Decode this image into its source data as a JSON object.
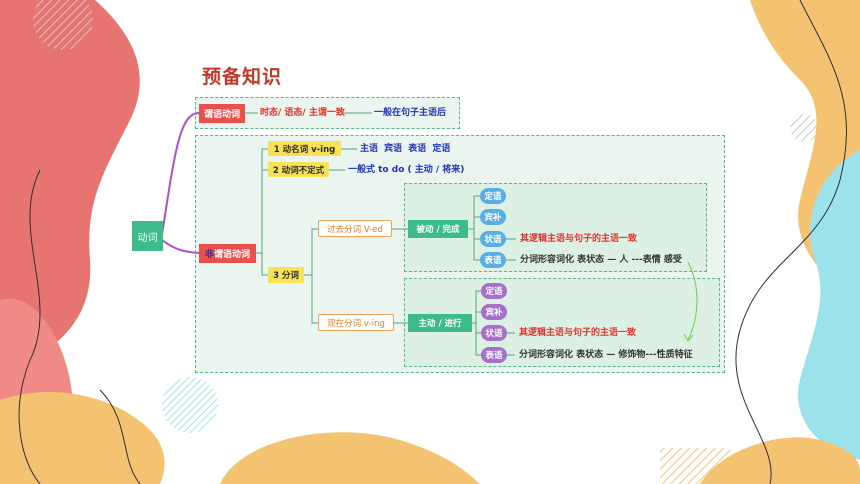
{
  "title": "预备知识",
  "root": {
    "label": "动词"
  },
  "finite": {
    "label": "谓语动词",
    "desc1": "时态/ 语态/ 主谓一致",
    "desc2": "一般在句子主语后"
  },
  "nonfinite": {
    "label_prefix": "非",
    "label_rest": "谓语动词",
    "gerund": {
      "label": "1 动名词 v-ing",
      "roles": "主语 宾语 表语 定语"
    },
    "infinitive": {
      "label": "2 动词不定式",
      "roles": "一般式 to do ( 主动 / 将来)"
    },
    "participle": {
      "label": "3 分词",
      "past": {
        "label": "过去分词 V-ed",
        "sense": "被动 / 完成",
        "functions": [
          "定语",
          "宾补",
          "状语",
          "表语"
        ],
        "adverbial_note": "其逻辑主语与句子的主语一致",
        "predicative_note": "分词形容词化 表状态 — 人 ---表情 感受"
      },
      "present": {
        "label": "现在分词 v-ing",
        "sense": "主动 / 进行",
        "functions": [
          "定语",
          "宾补",
          "状语",
          "表语"
        ],
        "adverbial_note": "其逻辑主语与句子的主语一致",
        "predicative_note": "分词形容词化 表状态 — 修饰物---性质特征"
      }
    }
  },
  "colors": {
    "title": "#c0392b",
    "red_box": "#e8504e",
    "yellow_box": "#f7e154",
    "green_box": "#3dbb8b",
    "purple_oval": "#a56fcb",
    "blue_oval": "#5aaee6",
    "red_text": "#e2332c",
    "blue_text": "#2233bb",
    "branch_green": "#5aa57a",
    "branch_purple": "#a855c7"
  }
}
